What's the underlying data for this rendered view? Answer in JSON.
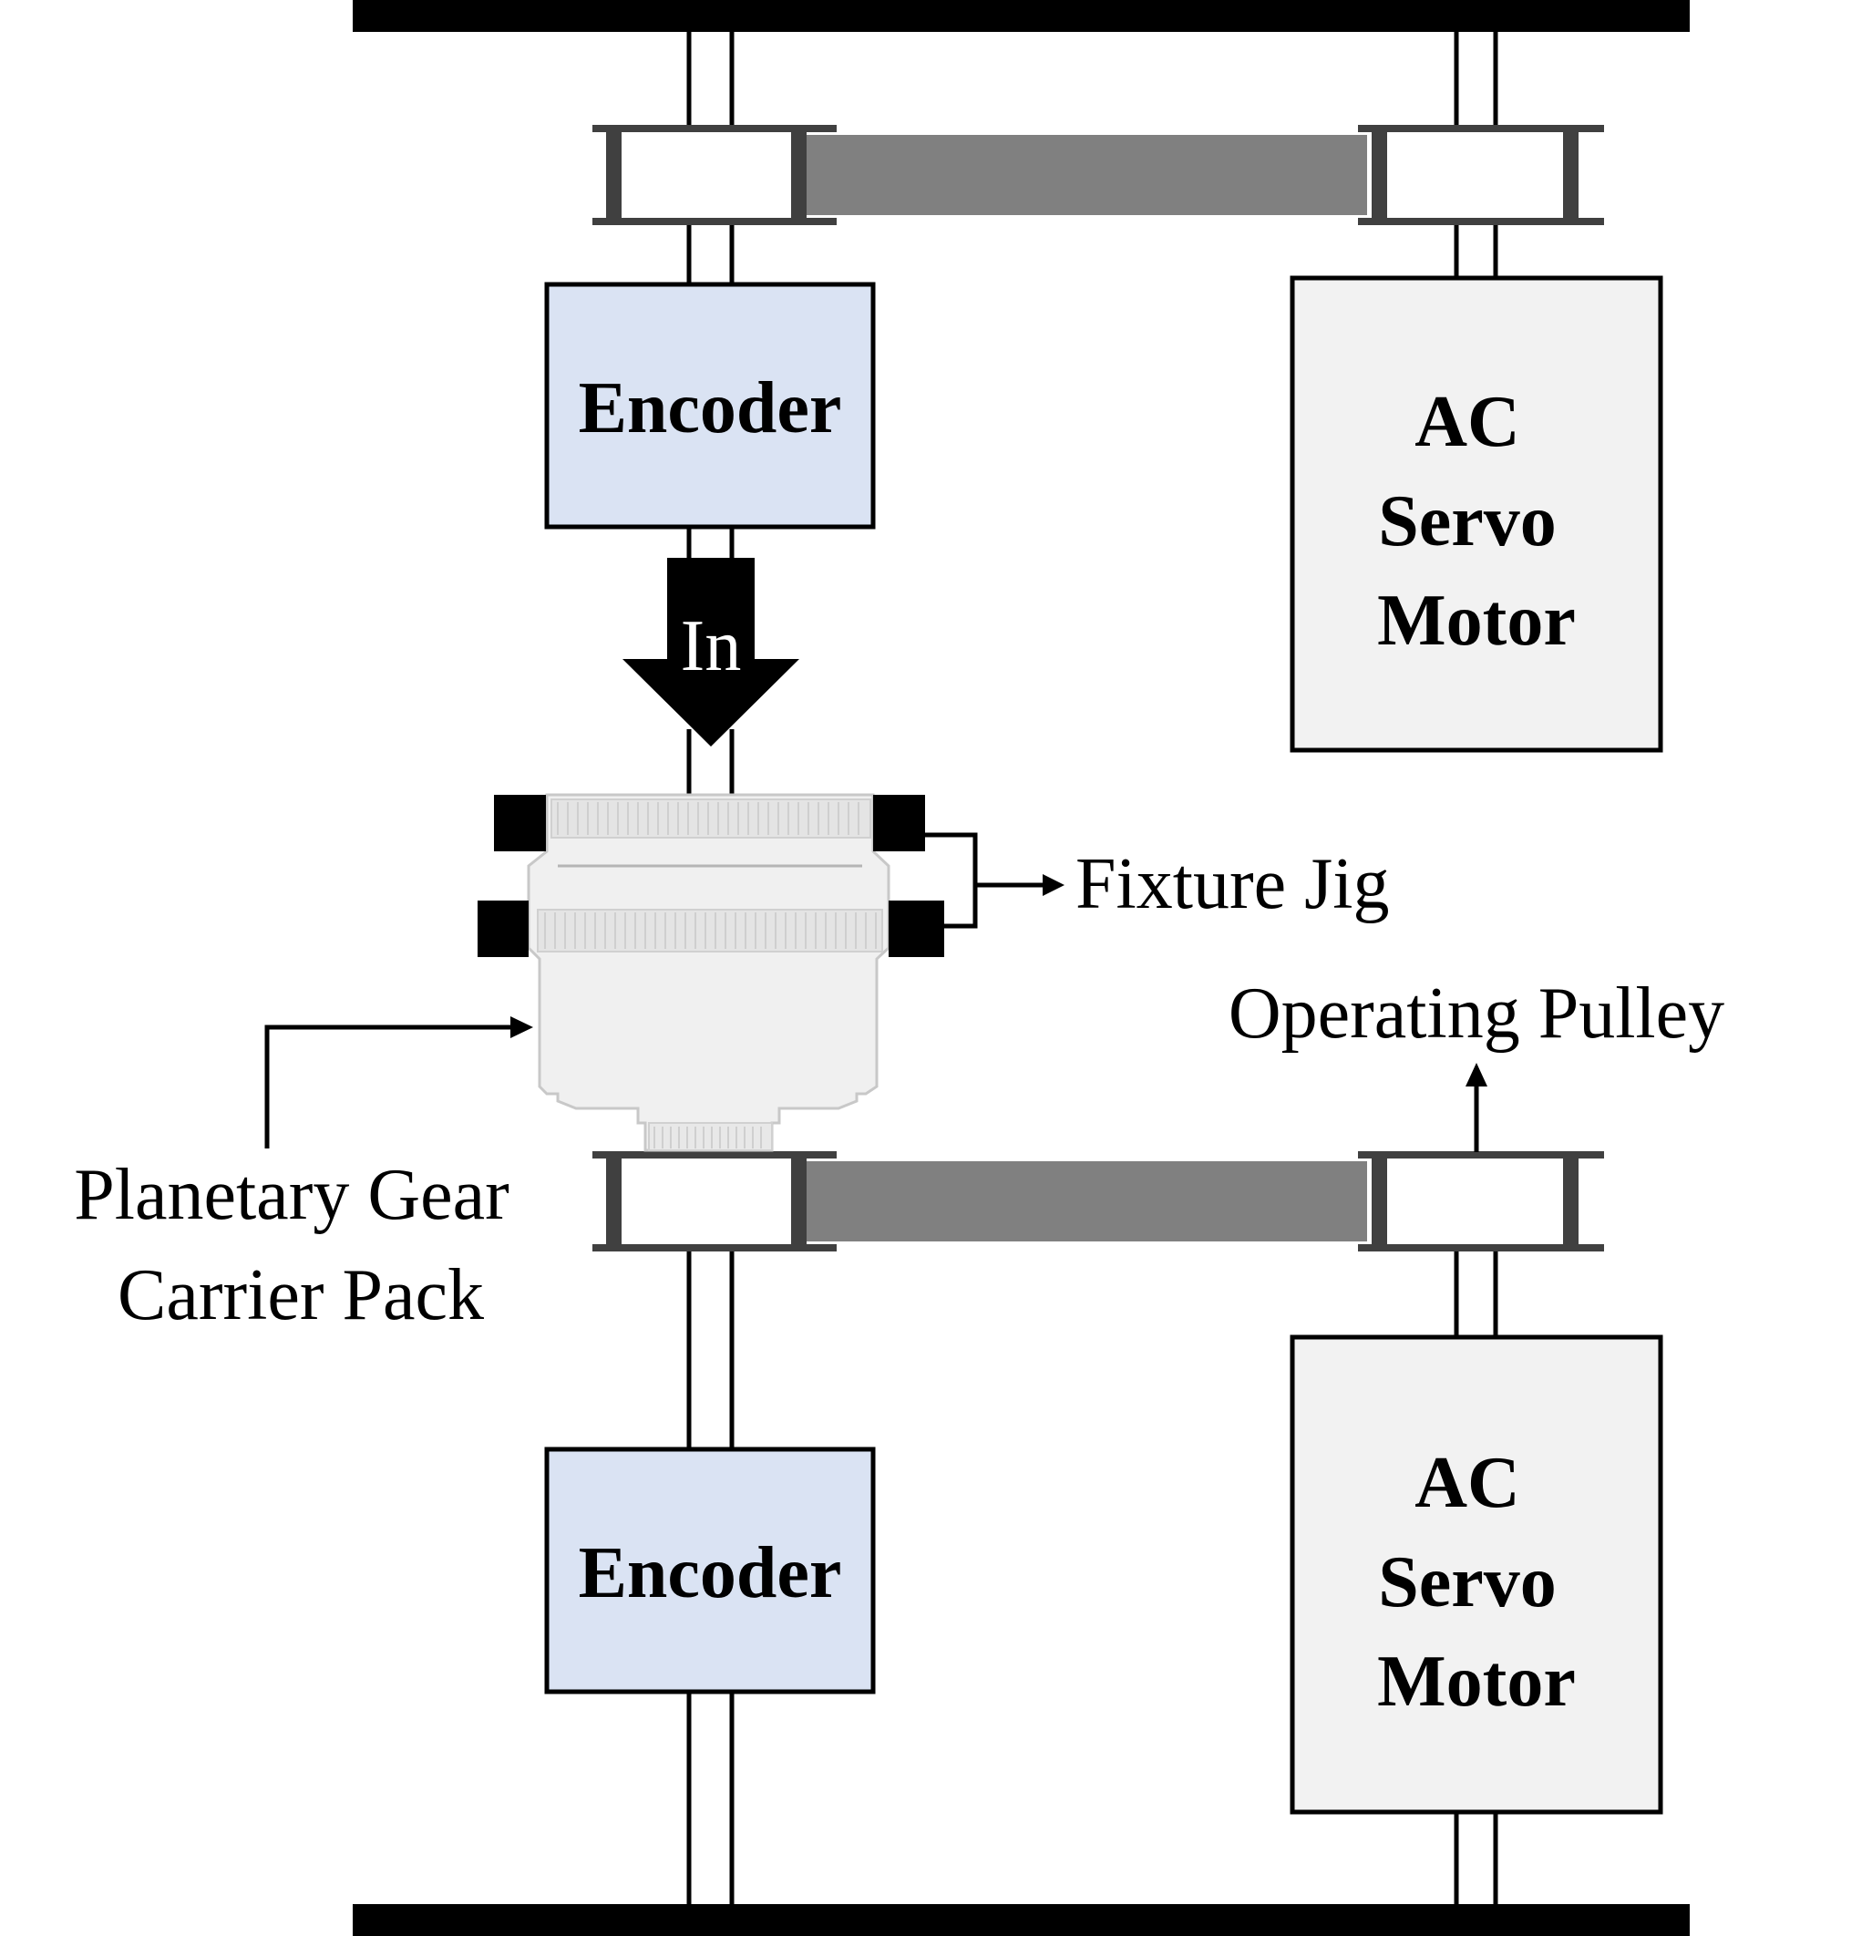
{
  "labels": {
    "encoder_top": "Encoder",
    "encoder_bottom": "Encoder",
    "motor_top": [
      "AC",
      "Servo",
      "Motor"
    ],
    "motor_bottom": [
      "AC",
      "Servo",
      "Motor"
    ],
    "input_arrow": "In",
    "fixture_jig": "Fixture Jig",
    "operating_pulley": "Operating Pulley",
    "planetary_gear": [
      "Planetary Gear",
      "Carrier Pack"
    ]
  },
  "colors": {
    "encoder_fill": "#dae3f3",
    "motor_fill": "#f2f2f2",
    "belt_fill": "#808080",
    "pulley_frame": "#404040",
    "gear_body_fill": "#f0f0f0",
    "gear_teeth_stroke": "#cfcfcf"
  }
}
